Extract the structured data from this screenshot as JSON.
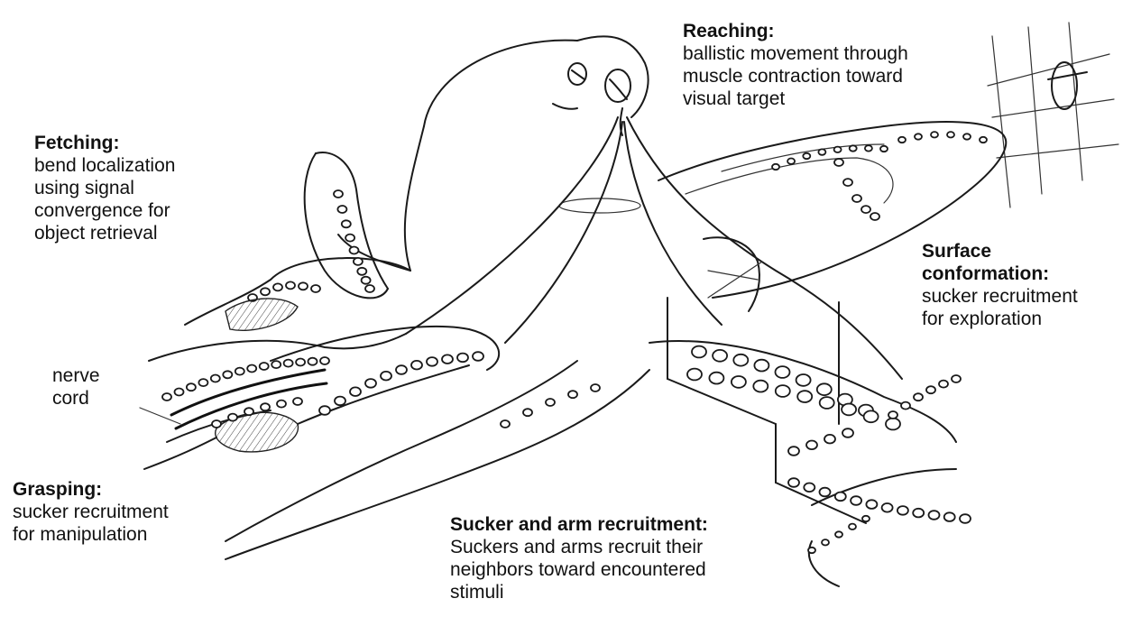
{
  "labels": {
    "reaching": {
      "title": "Reaching:",
      "lines": [
        "ballistic movement through",
        "muscle contraction toward",
        "visual target"
      ]
    },
    "fetching": {
      "title": "Fetching:",
      "lines": [
        "bend localization",
        "using signal",
        "convergence for",
        "object retrieval"
      ]
    },
    "surface": {
      "title_lines": [
        "Surface",
        "conformation:"
      ],
      "lines": [
        "sucker recruitment",
        "for exploration"
      ]
    },
    "nerve": {
      "lines": [
        "nerve",
        "cord"
      ]
    },
    "grasping": {
      "title": "Grasping:",
      "lines": [
        "sucker recruitment",
        "for manipulation"
      ]
    },
    "sucker_arm": {
      "title": "Sucker and arm recruitment:",
      "lines": [
        "Suckers and arms recruit their",
        "neighbors toward encountered",
        "stimuli"
      ]
    }
  },
  "colors": {
    "ink": "#1a1a1a",
    "background": "#ffffff"
  }
}
